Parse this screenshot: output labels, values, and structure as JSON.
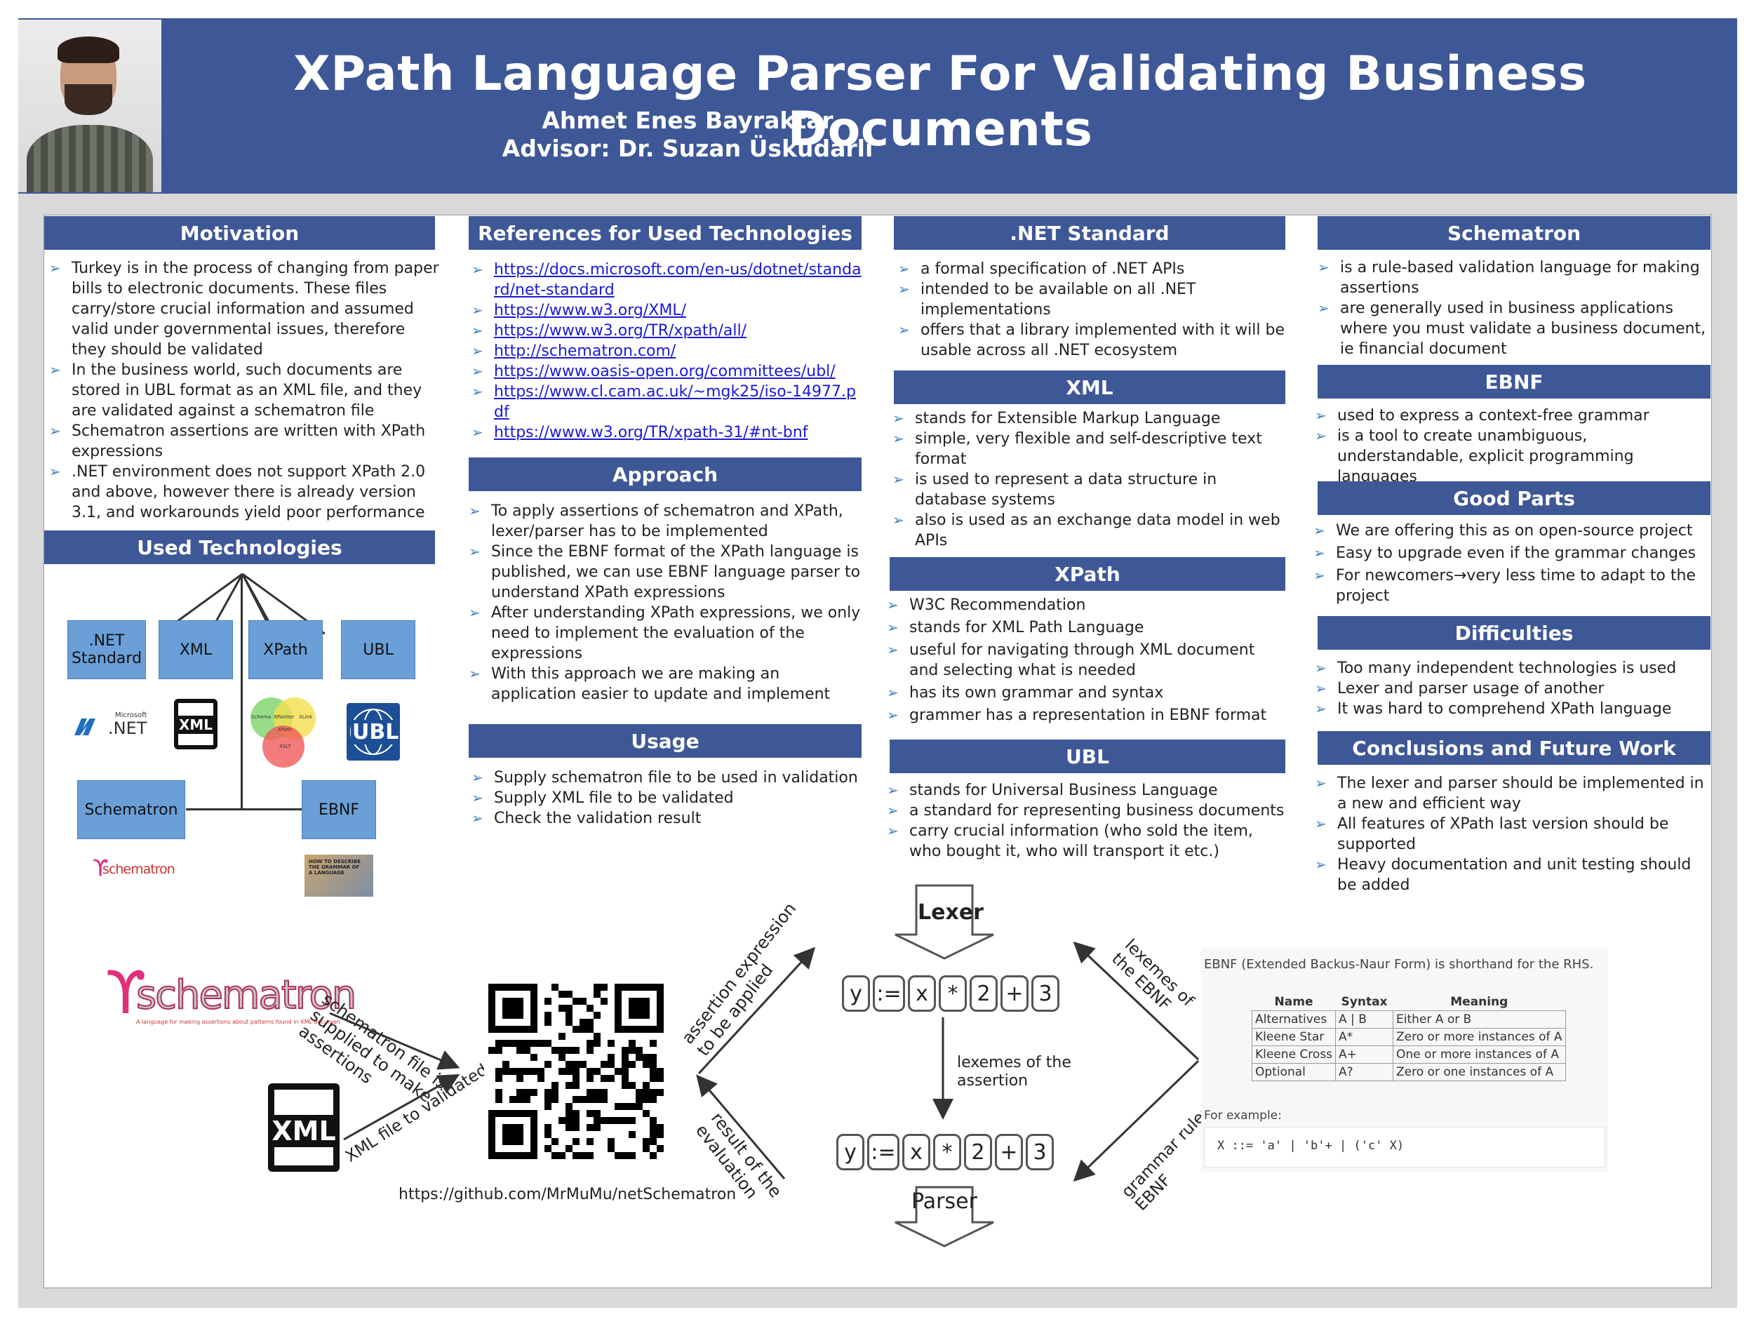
{
  "header": {
    "title": "XPath Language Parser For Validating Business Documents",
    "author": "Ahmet Enes Bayraktar",
    "advisor": "Advisor: Dr. Suzan Üsküdarlı"
  },
  "colors": {
    "header_blue": "#3e5796",
    "box_blue": "#6a9fd8",
    "link": "#1a1ad6",
    "bullet": "#3e7fc1"
  },
  "bullet_icon": "arrow-right-icon",
  "motivation": {
    "heading": "Motivation",
    "items": [
      "Turkey is in the process of changing from paper bills to electronic documents. These files carry/store crucial information and assumed valid under governmental issues, therefore they should be validated",
      "In the business world, such documents are stored in UBL format as an XML file, and they are validated against a schematron file",
      "Schematron assertions are written with XPath expressions",
      ".NET environment does not support XPath 2.0 and above, however there is already version 3.1, and workarounds yield poor performance"
    ]
  },
  "used_technologies": {
    "heading": "Used Technologies",
    "boxes": [
      ".NET Standard",
      "XML",
      "XPath",
      "UBL",
      "Schematron",
      "EBNF"
    ],
    "net_logo_small": "Microsoft",
    "net_logo": ".NET",
    "xml_logo": "XML",
    "ubl_logo": "UBL",
    "venn_labels": [
      "Schema",
      "XPointer",
      "XLink",
      "XPath",
      "XSLT"
    ],
    "schematron_small": "schematron",
    "ebnf_book": "HOW TO DESCRIBE THE GRAMMAR OF A LANGUAGE"
  },
  "references": {
    "heading": "References for Used Technologies",
    "links": [
      "https://docs.microsoft.com/en-us/dotnet/standard/net-standard",
      "https://www.w3.org/XML/",
      "https://www.w3.org/TR/xpath/all/",
      "http://schematron.com/",
      "https://www.oasis-open.org/committees/ubl/",
      "https://www.cl.cam.ac.uk/~mgk25/iso-14977.pdf",
      "https://www.w3.org/TR/xpath-31/#nt-bnf"
    ]
  },
  "approach": {
    "heading": "Approach",
    "items": [
      "To apply assertions of schematron and XPath, lexer/parser has to be implemented",
      "Since the EBNF format of the XPath language is published, we can use EBNF language parser to understand XPath expressions",
      "After understanding XPath expressions, we only need to implement the evaluation of the expressions",
      "With this approach we are making an application easier to update and implement"
    ]
  },
  "usage": {
    "heading": "Usage",
    "items": [
      "Supply schematron file to be used in validation",
      "Supply XML file to be validated",
      "Check the validation result"
    ]
  },
  "net_standard": {
    "heading": ".NET Standard",
    "items": [
      "a formal specification of .NET APIs",
      "intended to be available on all .NET implementations",
      "offers that a library implemented with it will be usable across all .NET ecosystem"
    ]
  },
  "xml": {
    "heading": "XML",
    "items": [
      "stands for Extensible Markup Language",
      "simple, very flexible and self-descriptive text format",
      "is used to represent a data structure in database systems",
      "also is used as an exchange data model in web APIs"
    ]
  },
  "xpath": {
    "heading": "XPath",
    "items": [
      "W3C Recommendation",
      "stands for XML Path Language",
      "useful for navigating through XML document and selecting what is needed",
      "has its own grammar and syntax",
      "grammer has a representation in EBNF format"
    ]
  },
  "ubl": {
    "heading": "UBL",
    "items": [
      "stands for Universal Business Language",
      "a standard for representing business documents",
      "carry crucial information (who sold the item, who bought it, who will transport it etc.)"
    ]
  },
  "schematron": {
    "heading": "Schematron",
    "items": [
      "is a rule-based validation language for making assertions",
      "are generally used in business applications where you must validate a business document, ie financial document"
    ]
  },
  "ebnf": {
    "heading": "EBNF",
    "items": [
      "used to express a context-free grammar",
      "is a tool to create unambiguous, understandable, explicit programming languages"
    ]
  },
  "good_parts": {
    "heading": "Good Parts",
    "items": [
      "We are offering this as on open-source project",
      "Easy to upgrade even if the grammar changes",
      "For newcomers→very less time to adapt to the project"
    ]
  },
  "difficulties": {
    "heading": "Difficulties",
    "items": [
      "Too many independent technologies is used",
      "Lexer and parser usage of another",
      "It was hard to comprehend XPath language"
    ]
  },
  "conclusions": {
    "heading": "Conclusions and Future Work",
    "items": [
      "The lexer and parser should be implemented in a new and efficient way",
      "All features of XPath last version should be supported",
      "Heavy documentation and unit testing should be added"
    ]
  },
  "diagram": {
    "schematron_logo": "schematron",
    "schematron_tagline": "A language for making assertions about patterns found in XML documents",
    "xml_logo": "XML",
    "label_schematron_file": [
      "schematron file is",
      "supplied to make",
      "assertions"
    ],
    "label_xml_file": "XML file to validated",
    "label_assertion_expr": [
      "assertion expression",
      "to be applied"
    ],
    "label_result": [
      "result of the",
      "evaluation"
    ],
    "github_url": "https://github.com/MrMuMu/netSchematron",
    "lexer": "Lexer",
    "parser": "Parser",
    "tokens": [
      "y",
      ":=",
      "x",
      "*",
      "2",
      "+",
      "3"
    ],
    "label_lexemes_assertion": [
      "lexemes of the",
      "assertion"
    ],
    "label_lexemes_ebnf": [
      "lexemes of",
      "the EBNF"
    ],
    "label_grammar_rules": [
      "grammar rules of the",
      "EBNF"
    ]
  },
  "ebnf_box": {
    "intro": "EBNF (Extended Backus-Naur Form) is shorthand for the RHS.",
    "columns": [
      "Name",
      "Syntax",
      "Meaning"
    ],
    "rows": [
      [
        "Alternatives",
        "A | B",
        "Either A or B"
      ],
      [
        "Kleene Star",
        "A*",
        "Zero or more instances of A"
      ],
      [
        "Kleene Cross",
        "A+",
        "One or more instances of A"
      ],
      [
        "Optional",
        "A?",
        "Zero or one instances of A"
      ]
    ],
    "example_label": "For example:",
    "example_code": "X ::= 'a' | 'b'+ | ('c' X)"
  }
}
